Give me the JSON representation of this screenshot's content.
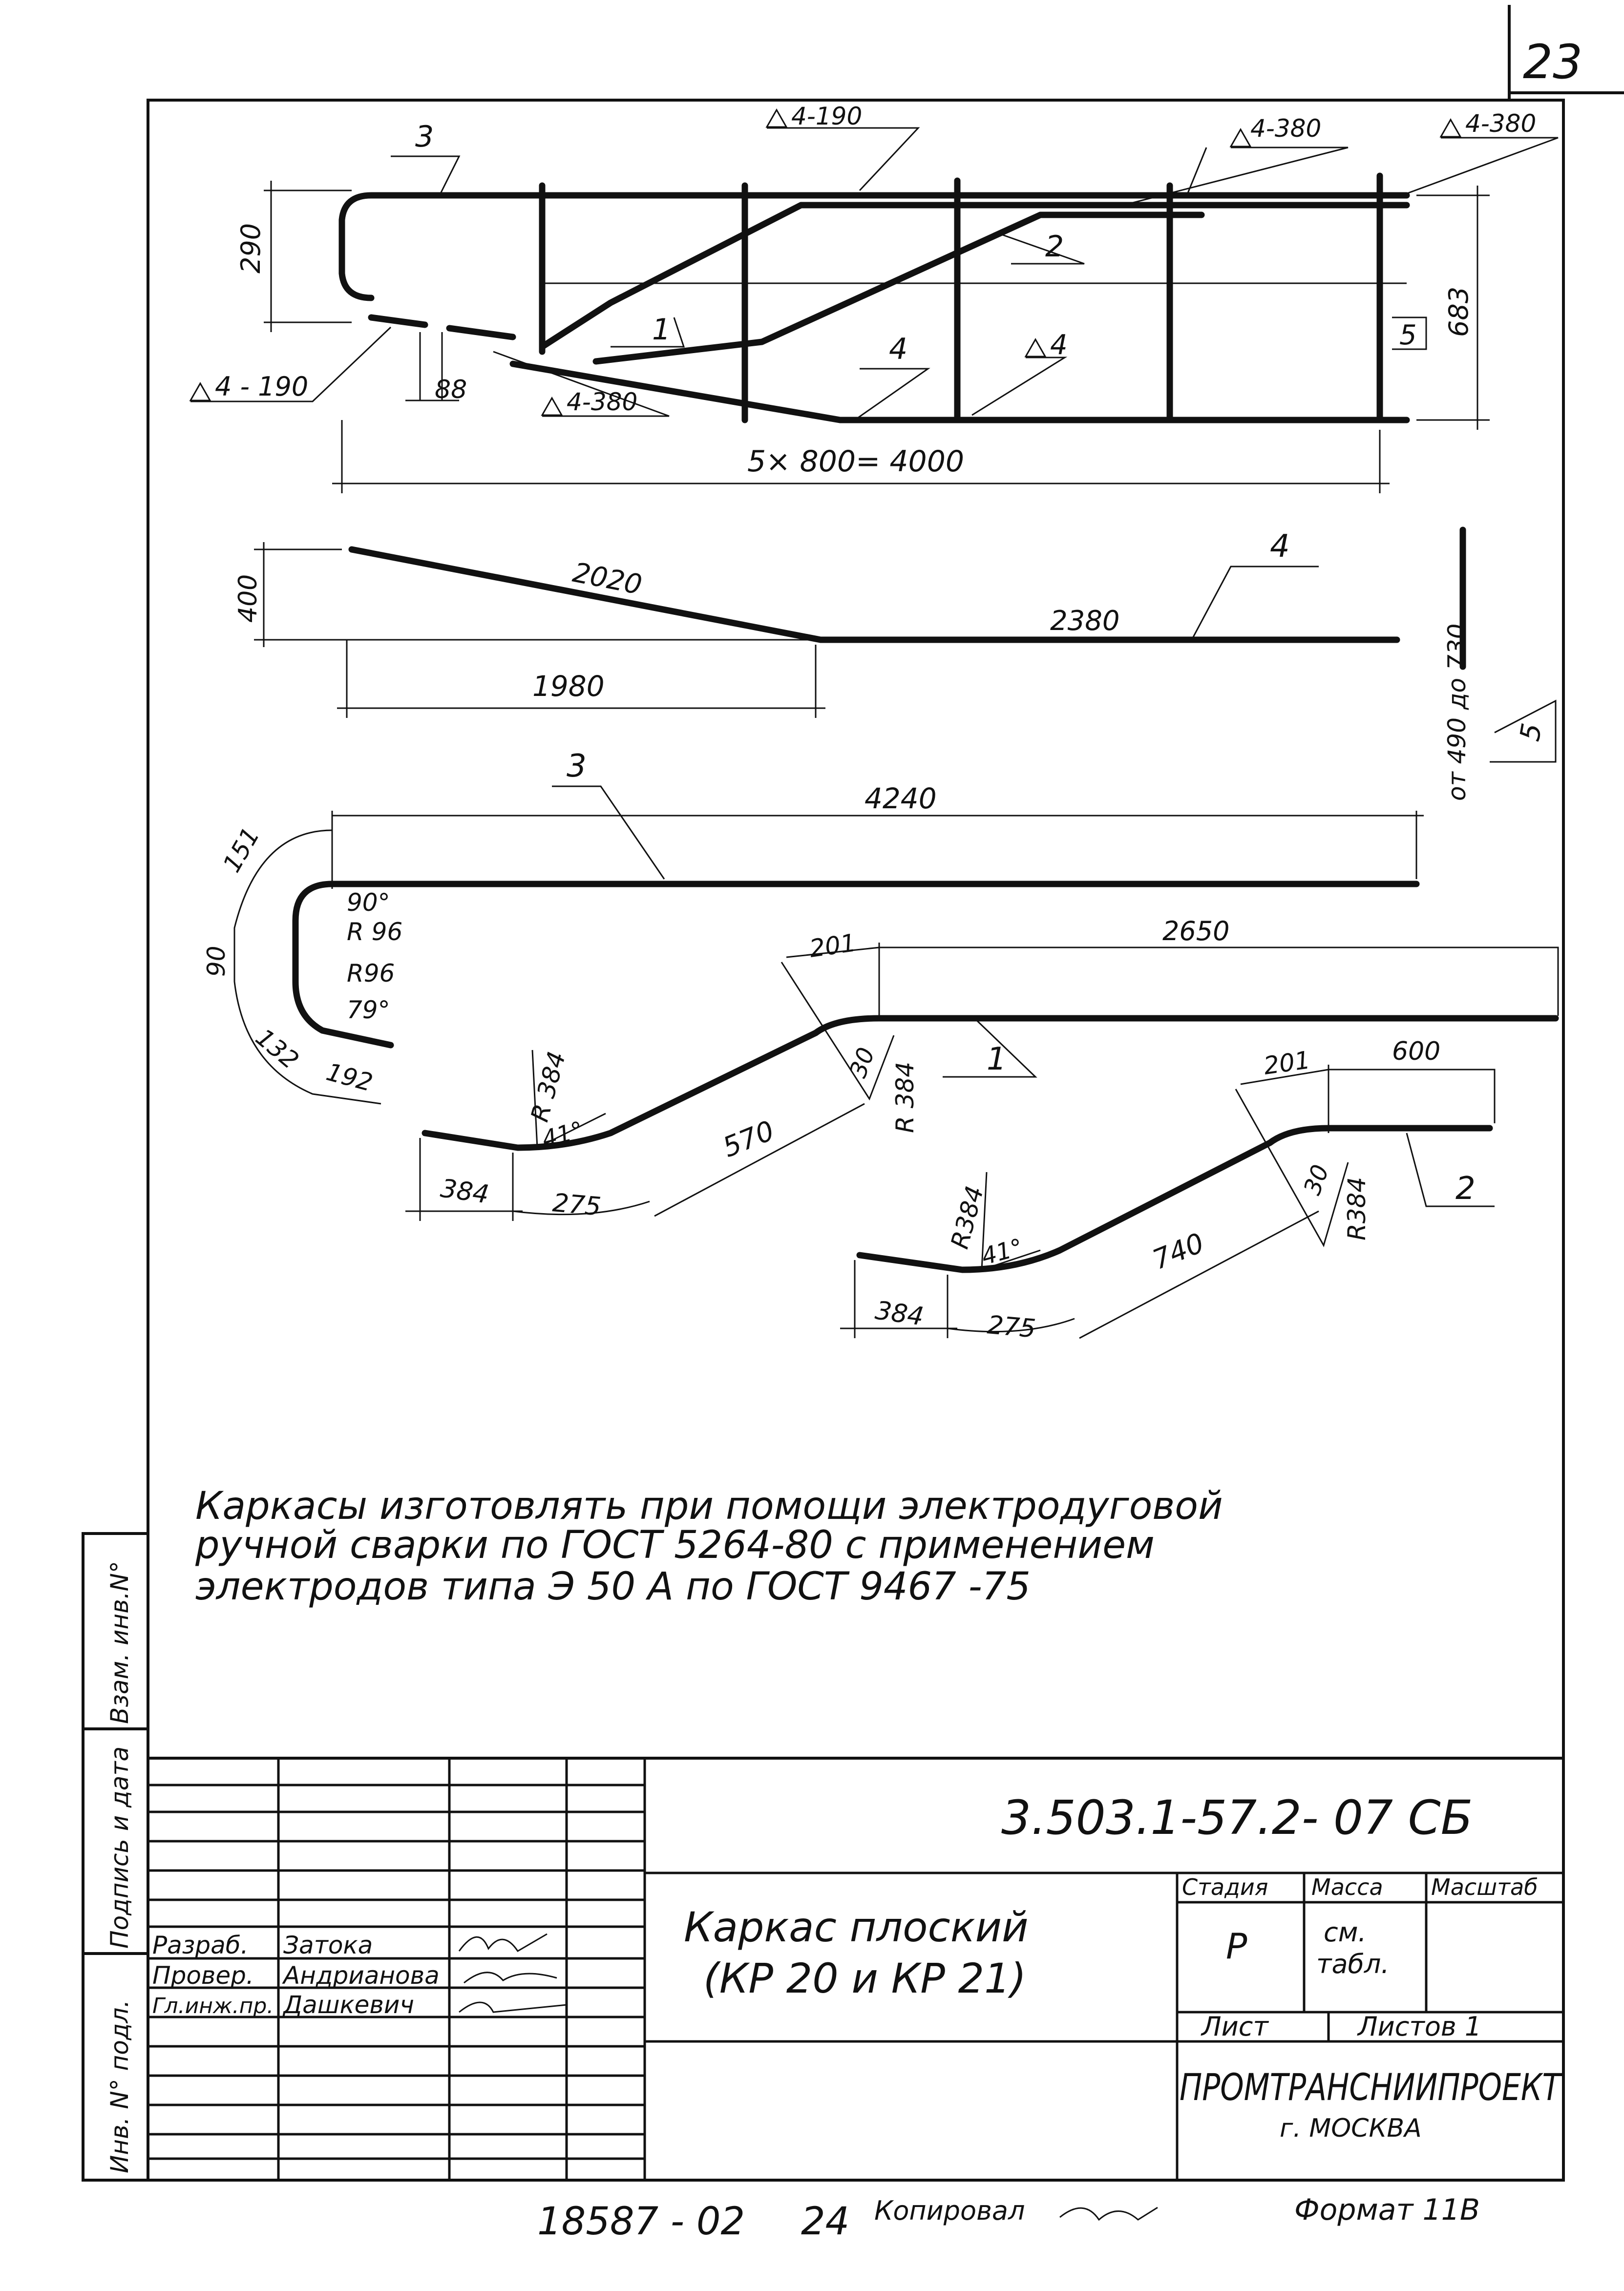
{
  "sheet_number": "23",
  "elevation": {
    "marks": {
      "m3": "3",
      "m2": "2",
      "m1": "1",
      "m4": "4",
      "m5": "5"
    },
    "welds": {
      "top_190": "4-190",
      "top_380_a": "4-380",
      "top_380_b": "4-380",
      "left_190": "4 - 190",
      "bottom_380": "4-380",
      "bottom_4": "4"
    },
    "dims": {
      "height_290": "290",
      "height_683": "683",
      "gap_88": "88",
      "span": "5× 800= 4000"
    }
  },
  "bar4": {
    "mark": "4",
    "d400": "400",
    "d2020": "2020",
    "d2380": "2380",
    "d1980": "1980"
  },
  "bar5": {
    "mark": "5",
    "length": "от 490 до 730"
  },
  "bar3": {
    "mark": "3",
    "d4240": "4240",
    "d151": "151",
    "a90": "90°",
    "r96a": "R 96",
    "d90": "90",
    "r96b": "R96",
    "a79": "79°",
    "d132": "132",
    "d192": "192"
  },
  "bar1": {
    "mark": "1",
    "d201": "201",
    "d2650": "2650",
    "a30": "30",
    "r384_top": "R 384",
    "r384_left": "R 384",
    "a41": "41°",
    "d570": "570",
    "d384": "384",
    "d275": "275"
  },
  "bar2": {
    "mark": "2",
    "d201": "201",
    "d600": "600",
    "a30": "30",
    "r384_top": "R384",
    "r384_left": "R384",
    "a41": "41°",
    "d740": "740",
    "d384": "384",
    "d275": "275"
  },
  "note": {
    "line1": "Каркасы изготовлять при помощи электродуговой",
    "line2": "ручной сварки по ГОСТ 5264-80  с применением",
    "line3": "электродов  типа  Э 50 А  по ГОСТ 9467 -75"
  },
  "side_stamps": {
    "s1": "Инв. N° подл.",
    "s2": "Подпись и дата",
    "s3": "Взам. инв.N°"
  },
  "title_block": {
    "doc_code": "3.503.1-57.2- 07 СБ",
    "title_line1": "Каркас плоский",
    "title_line2": "(КР 20 и КР 21)",
    "col_stage": "Стадия",
    "col_mass": "Масса",
    "col_scale": "Масштаб",
    "stage_value": "Р",
    "mass_value_1": "см.",
    "mass_value_2": "табл.",
    "sheet_label": "Лист",
    "sheets_label": "Листов 1",
    "org": "ПРОМТРАНСНИИПРОЕКТ",
    "city": "г. МОСКВА",
    "roles": [
      {
        "role": "Разраб.",
        "name": "Затока"
      },
      {
        "role": "Провер.",
        "name": "Андрианова"
      },
      {
        "role": "Гл.инж.пр.",
        "name": "Дашкевич"
      }
    ]
  },
  "footer": {
    "inventory": "18587 - 02",
    "page": "24",
    "copied": "Копировал",
    "format": "Формат 11В"
  }
}
